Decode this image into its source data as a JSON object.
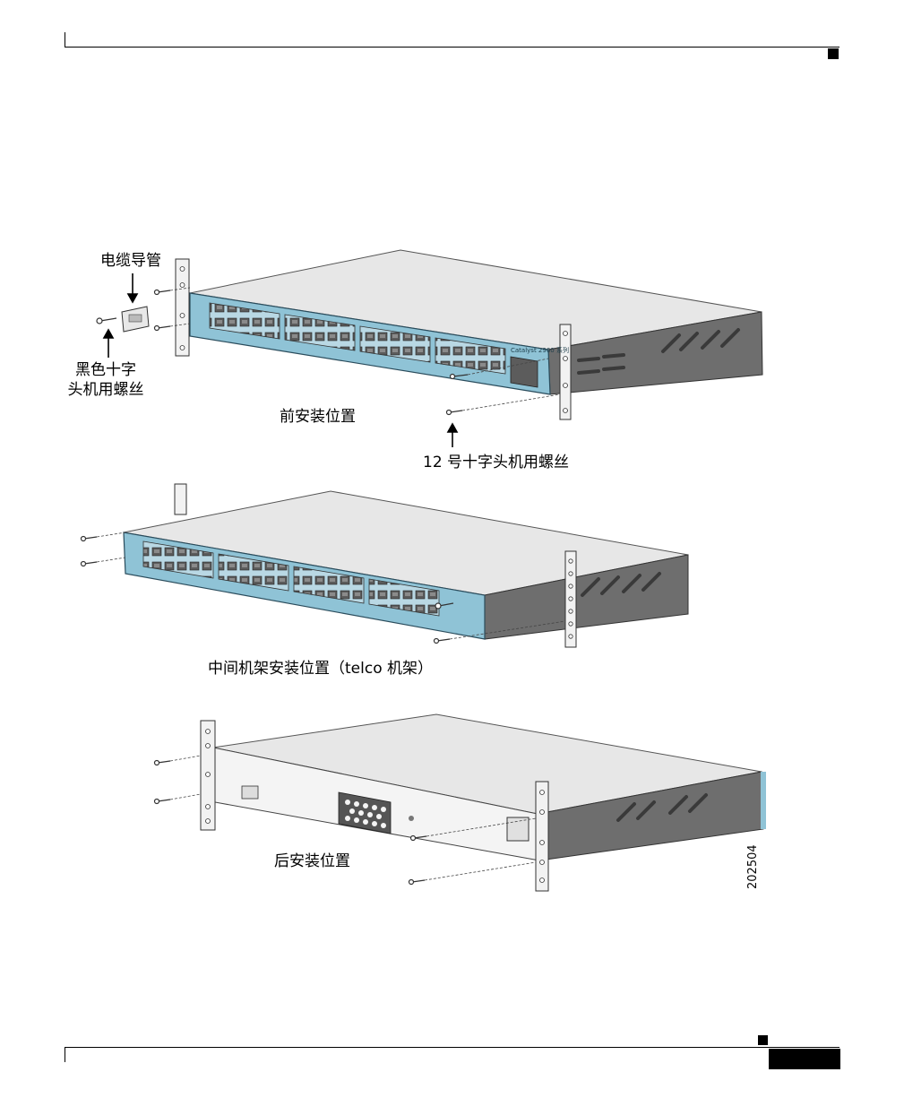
{
  "labels": {
    "cable_guide": "电缆导管",
    "black_screw_line1": "黑色十字",
    "black_screw_line2": "头机用螺丝",
    "front_position": "前安装位置",
    "no12_screw": "12 号十字头机用螺丝",
    "mid_position": "中间机架安装位置（telco 机架）",
    "rear_position": "后安装位置"
  },
  "switch_badge": "Catalyst 2960 系列",
  "figure_id": "202504",
  "colors": {
    "panel_teal": "#8fc3d6",
    "chassis_top": "#e6e6e6",
    "chassis_side": "#6f6f6f",
    "bracket": "#f2f2f2"
  }
}
